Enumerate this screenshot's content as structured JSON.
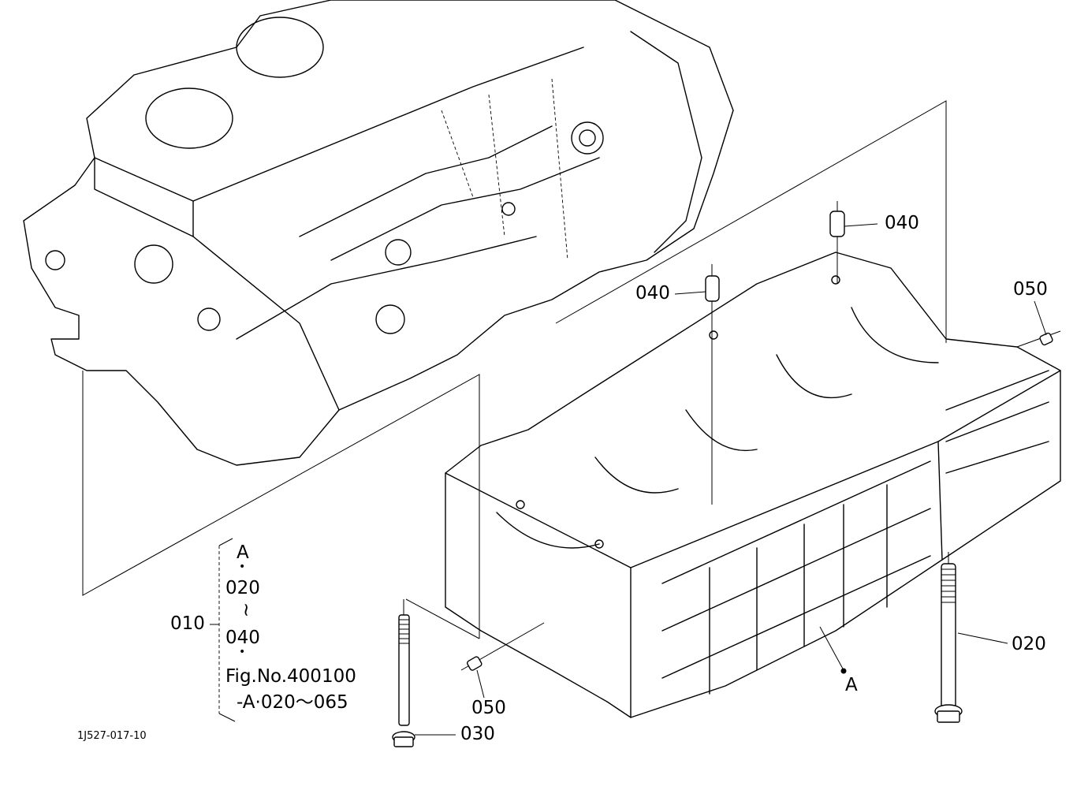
{
  "diagram": {
    "figure_id": "1J527-017-10",
    "callouts": {
      "p010": "010",
      "p020": "020",
      "p030": "030",
      "p040_a": "040",
      "p040_b": "040",
      "p050_a": "050",
      "p050_b": "050",
      "ref_a": "A"
    },
    "assembly_note": {
      "line1": "A",
      "line2": "•",
      "line3": "020",
      "line4": "~",
      "line5": "040",
      "line6": "•",
      "line7": "Fig.No.400100",
      "line8": "-A·020～065"
    }
  }
}
